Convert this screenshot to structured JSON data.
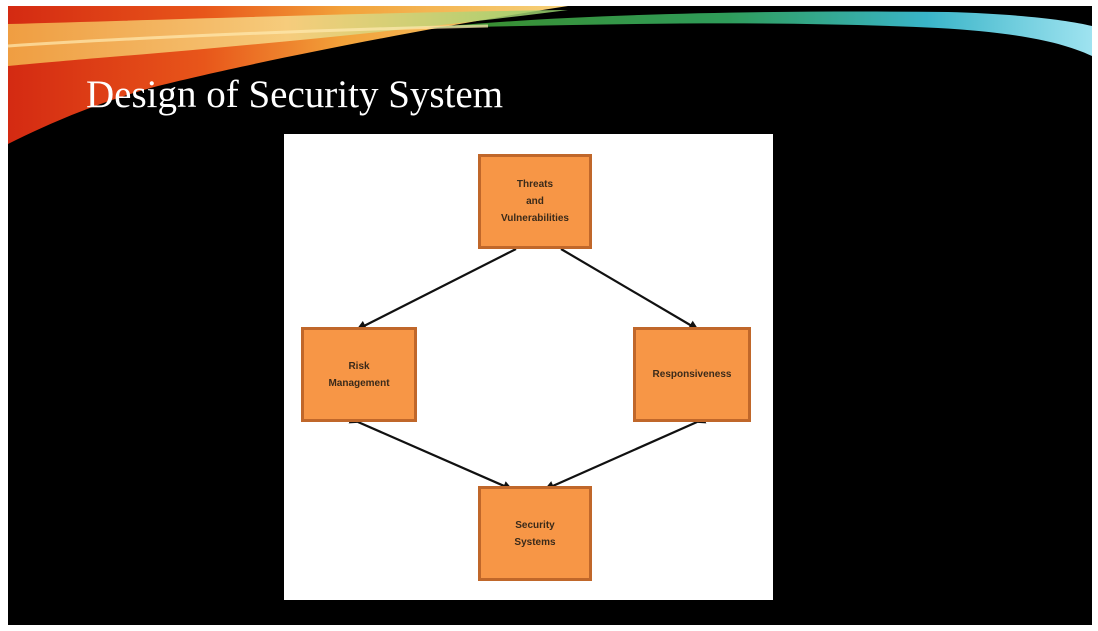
{
  "slide": {
    "title": "Design of Security System"
  },
  "colors": {
    "background": "#000000",
    "box_fill": "#f79646",
    "box_border": "#c0672a",
    "arrow": "#111111"
  },
  "diagram": {
    "nodes": [
      {
        "id": "threats",
        "label": "Threats\nand\nVulnerabilities"
      },
      {
        "id": "risk",
        "label": "Risk\nManagement"
      },
      {
        "id": "responsiveness",
        "label": "Responsiveness"
      },
      {
        "id": "security",
        "label": "Security\nSystems"
      }
    ],
    "edges": [
      {
        "from": "threats",
        "to": "risk",
        "direction": "forward"
      },
      {
        "from": "threats",
        "to": "responsiveness",
        "direction": "forward"
      },
      {
        "from": "risk",
        "to": "security",
        "direction": "both"
      },
      {
        "from": "responsiveness",
        "to": "security",
        "direction": "both"
      }
    ]
  }
}
